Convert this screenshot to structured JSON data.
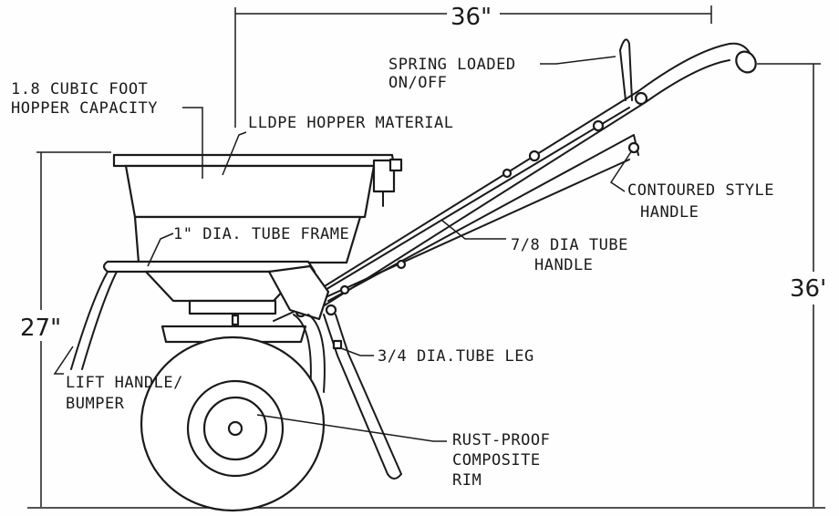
{
  "labels": {
    "width_dim": "36\"",
    "height_dim_left": "27\"",
    "height_dim_right": "36'",
    "hopper_capacity_1": "1.8 CUBIC FOOT",
    "hopper_capacity_2": "HOPPER CAPACITY",
    "hopper_material": "LLDPE HOPPER MATERIAL",
    "spring_1": "SPRING LOADED",
    "spring_2": "ON/OFF",
    "contoured_1": "CONTOURED STYLE",
    "contoured_2": "HANDLE",
    "tube_frame": "1\" DIA. TUBE FRAME",
    "handle_tube_1": "7/8 DIA TUBE",
    "handle_tube_2": "HANDLE",
    "leg": "3/4 DIA.TUBE LEG",
    "lift_1": "LIFT HANDLE/",
    "lift_2": "BUMPER",
    "rim_1": "RUST-PROOF",
    "rim_2": "COMPOSITE",
    "rim_3": "RIM"
  }
}
